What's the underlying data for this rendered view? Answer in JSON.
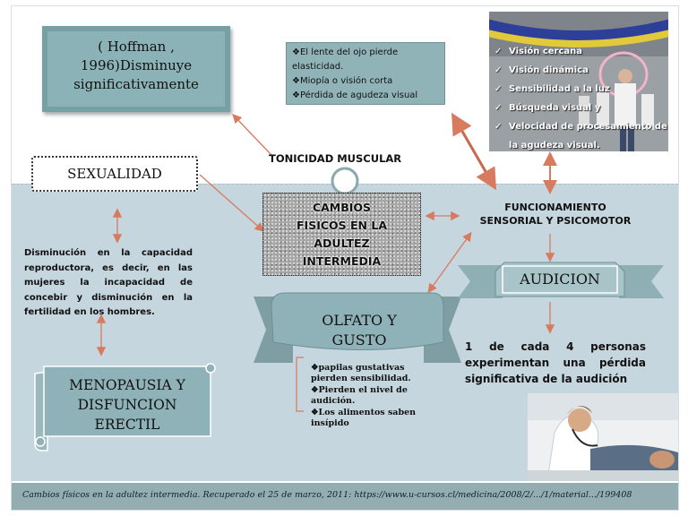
{
  "hoffman_box": {
    "lines": [
      "( Hoffman ,",
      "1996)Disminuye",
      "significativamente"
    ]
  },
  "lente_box": {
    "items": [
      "❖El lente del ojo pierde",
      "elasticidad.",
      "❖Miopía o visión corta",
      "❖Pérdida de agudeza visual"
    ]
  },
  "photo_top": {
    "checklist": [
      "Visión cercana",
      "Visión dinámica",
      "Sensibilidad a la luz",
      "Búsqueda visual y",
      "Velocidad de procesamiento de",
      "la agudeza visual."
    ]
  },
  "sexualidad": "SEXUALIDAD",
  "tonicidad": "TONICIDAD MUSCULAR",
  "center": {
    "lines": [
      "CAMBIOS",
      "FISICOS EN LA",
      "ADULTEZ",
      "INTERMEDIA"
    ]
  },
  "funcionamiento": {
    "lines": [
      "FUNCIONAMIENTO",
      "SENSORIAL Y PSICOMOTOR"
    ]
  },
  "disminucion": "Disminución en la capacidad reproductora, es decir, en las mujeres la incapacidad de concebir y disminución en la fertilidad en los hombres.",
  "menopausia": {
    "lines": [
      "MENOPAUSIA Y",
      "DISFUNCION",
      "ERECTIL"
    ]
  },
  "olfato": {
    "lines": [
      "OLFATO Y",
      "GUSTO"
    ]
  },
  "audicion": "AUDICION",
  "uno_cada": "1 de cada 4 personas experimentan una pérdida significativa de la audición",
  "papilas": {
    "items": [
      "❖papilas gustativas pierden sensibilidad.",
      "❖Pierden el nivel de audición.",
      "❖Los alimentos saben insípido"
    ]
  },
  "footer": "Cambios físicos en la adultez intermedia. Recuperado el 25 de marzo, 2011: https://www.u-cursos.cl/medicina/2008/2/.../1/material.../199408",
  "colors": {
    "band": "#c6d6de",
    "teal_box": "#8bb2b6",
    "arrow": "#d87a5e",
    "footer": "#93adb3"
  }
}
